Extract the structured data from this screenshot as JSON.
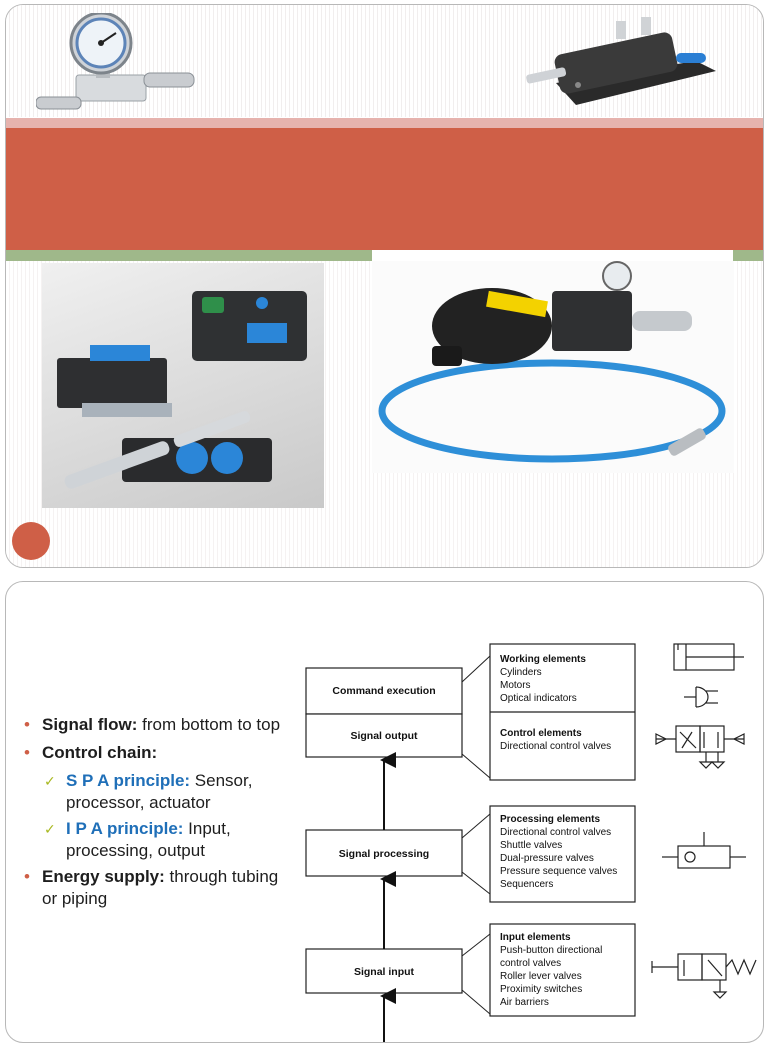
{
  "slide1": {
    "title": "",
    "images": [
      {
        "name": "pressure-gauge-photo"
      },
      {
        "name": "cylinder-photo"
      },
      {
        "name": "pneumatic-components-photo"
      },
      {
        "name": "air-reservoir-regulator-photo"
      }
    ]
  },
  "slide2": {
    "bullets": [
      {
        "label": "Signal flow:",
        "text": " from bottom to top"
      },
      {
        "label": "Control chain:",
        "text": ""
      },
      {
        "label": "Energy supply:",
        "text": " through tubing or piping"
      }
    ],
    "sub_bullets": [
      {
        "label": "S P A principle:",
        "text": " Sensor, processor, actuator"
      },
      {
        "label": "I P A principle:",
        "text": " Input, processing, output"
      }
    ],
    "diagram": {
      "levels": [
        {
          "label": "Command execution",
          "title": "Working elements",
          "items": [
            "Cylinders",
            "Motors",
            "Optical indicators"
          ]
        },
        {
          "label": "Signal output",
          "title": "Control elements",
          "items": [
            "Directional control valves"
          ]
        },
        {
          "label": "Signal processing",
          "title": "Processing elements",
          "items": [
            "Directional control valves",
            "Shuttle valves",
            "Dual-pressure valves",
            "Pressure sequence valves",
            "Sequencers"
          ]
        },
        {
          "label": "Signal input",
          "title": "Input elements",
          "items": [
            "Push-button directional",
            "control valves",
            "Roller lever valves",
            "Proximity switches",
            "Air barriers"
          ]
        }
      ],
      "symbols": [
        "cylinder-symbol-icon",
        "optical-indicator-symbol-icon",
        "directional-valve-symbol-icon",
        "shuttle-valve-symbol-icon",
        "push-button-valve-symbol-icon"
      ]
    }
  }
}
